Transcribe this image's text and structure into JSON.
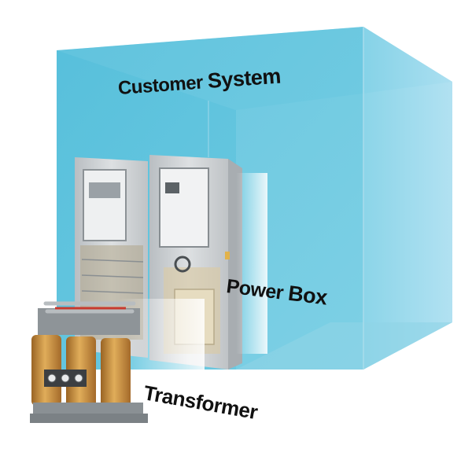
{
  "labels": {
    "customer_system_a": "Customer",
    "customer_system_b": "System",
    "power_box_a": "Power",
    "power_box_b": "Box",
    "transformer": "Transformer"
  },
  "colors": {
    "box_front": "#5fc4de",
    "box_side": "#8ed6ea",
    "box_top": "#aee2ef",
    "cabinet": "#c9cdd0",
    "coil": "#c48a3a"
  }
}
